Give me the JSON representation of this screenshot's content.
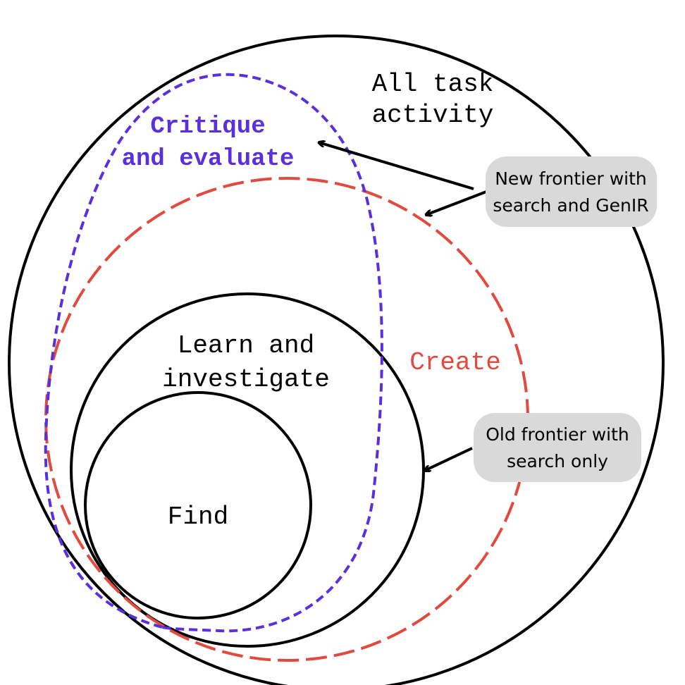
{
  "colors": {
    "outline": "#000000",
    "critique": "#5a2fdc",
    "create": "#e04a3f",
    "callout_bg": "#d9d9d9"
  },
  "labels": {
    "all_task": [
      "All task",
      "activity"
    ],
    "critique": [
      "Critique",
      "and evaluate"
    ],
    "create": "Create",
    "learn": [
      "Learn and",
      "investigate"
    ],
    "find": "Find"
  },
  "callouts": {
    "new_frontier": [
      "New frontier with",
      "search and GenIR"
    ],
    "old_frontier": [
      "Old frontier with",
      "search only"
    ]
  }
}
